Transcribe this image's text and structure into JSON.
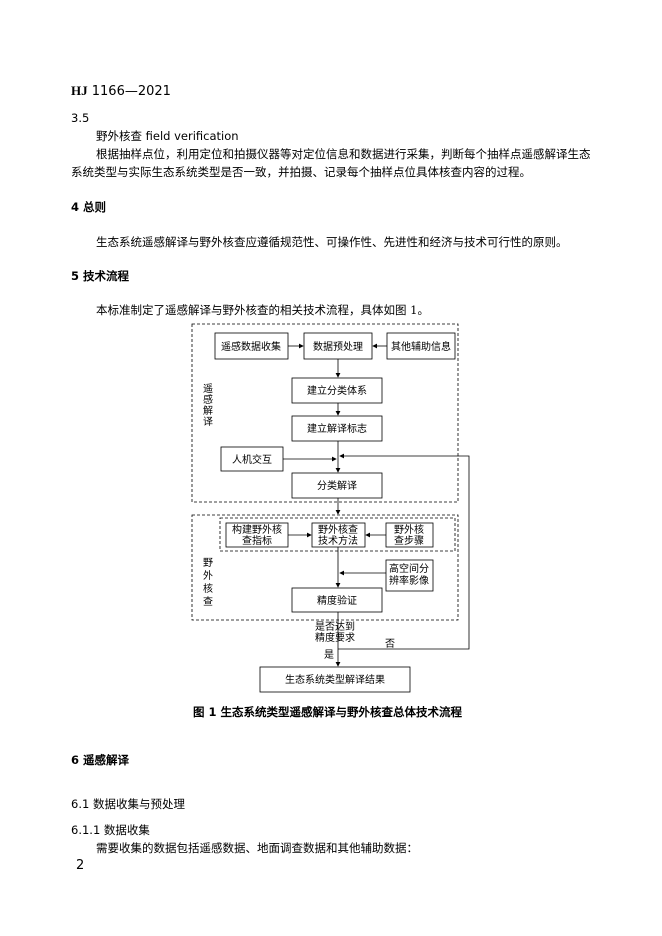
{
  "header": {
    "code_bold": "HJ",
    "code_rest": " 1166—2021"
  },
  "s35": {
    "num": "3.5",
    "term": "野外核查  field verification",
    "para1": "根据抽样点位，利用定位和拍摄仪器等对定位信息和数据进行采集，判断每个抽样点遥感解译生态",
    "para2": "系统类型与实际生态系统类型是否一致，并拍摄、记录每个抽样点位具体核查内容的过程。"
  },
  "s4": {
    "heading": "4   总则",
    "para": "生态系统遥感解译与野外核查应遵循规范性、可操作性、先进性和经济与技术可行性的原则。"
  },
  "s5": {
    "heading": "5   技术流程",
    "para": "本标准制定了遥感解译与野外核查的相关技术流程，具体如图 1。"
  },
  "diagram": {
    "group1_label": [
      "遥",
      "感",
      "解",
      "译"
    ],
    "group2_label": [
      "野",
      "外",
      "核",
      "查"
    ],
    "box_rs_collect": "遥感数据收集",
    "box_preprocess": "数据预处理",
    "box_aux": "其他辅助信息",
    "box_classsys": "建立分类体系",
    "box_signs": "建立解译标志",
    "box_hci": "人机交互",
    "box_classify": "分类解译",
    "box_index": [
      "构建野外核",
      "查指标"
    ],
    "box_method": [
      "野外核查",
      "技术方法"
    ],
    "box_steps": [
      "野外核",
      "查步骤"
    ],
    "box_hires": [
      "高空间分",
      "辨率影像"
    ],
    "box_accuracy": "精度验证",
    "decision": [
      "是否达到",
      "精度要求"
    ],
    "no_label": "否",
    "yes_label": "是",
    "box_result": "生态系统类型解译结果"
  },
  "figure_caption": "图 1   生态系统类型遥感解译与野外核查总体技术流程",
  "s6": {
    "heading": "6   遥感解译"
  },
  "s61": {
    "heading": "6.1   数据收集与预处理"
  },
  "s611": {
    "num": "6.1.1   数据收集",
    "para": "需要收集的数据包括遥感数据、地面调查数据和其他辅助数据："
  },
  "page_number": "2"
}
